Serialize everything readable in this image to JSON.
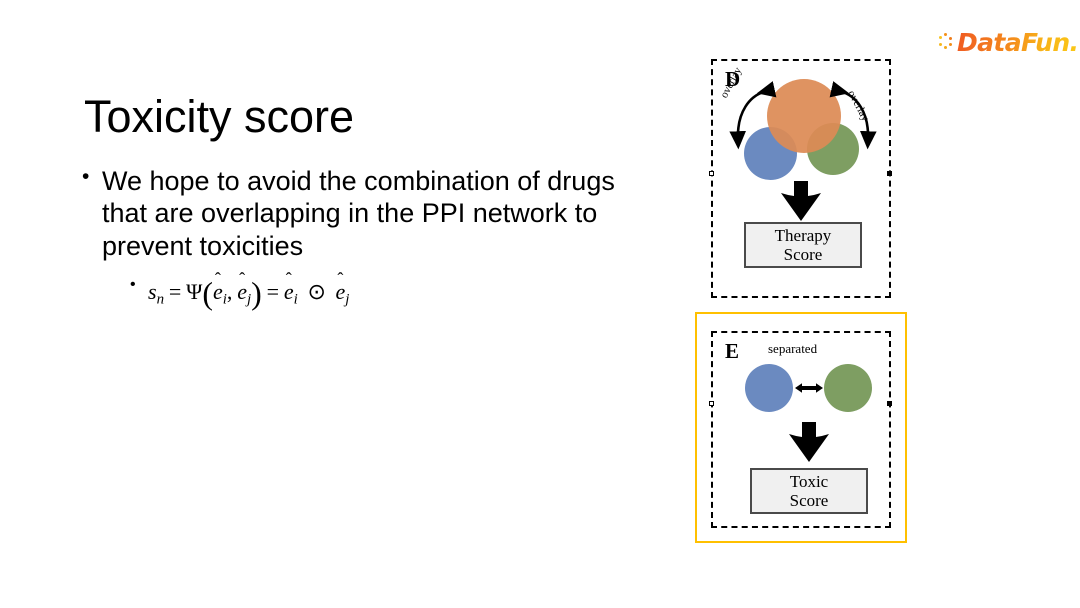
{
  "slide": {
    "title": "Toxicity score",
    "background_color": "#ffffff"
  },
  "logo": {
    "name": "DataFun",
    "wordmark": "DataFun.",
    "dots_icon": "datafun-dots-icon",
    "gradient_from": "#F05A22",
    "gradient_to": "#FBC916"
  },
  "body": {
    "bullets": [
      {
        "level": 1,
        "text": "We hope to avoid the combination of drugs that are overlapping in the PPI network to prevent toxicities"
      }
    ],
    "formula": {
      "plain": "s_n = Ψ(ê_i, ê_j) = ê_i ⊙ ê_j",
      "lhs_var": "s",
      "lhs_sub": "n",
      "equals": "=",
      "psi": "Ψ",
      "open_paren": "(",
      "close_paren": ")",
      "comma": ",",
      "e": "e",
      "hat": "̂",
      "sub_i": "i",
      "sub_j": "j",
      "operator": "⊙"
    }
  },
  "figure": {
    "panels": [
      {
        "id": "D",
        "letter": "D",
        "selected": false,
        "border_style": "dashed",
        "labels": {
          "left_arrow_label": "overlay",
          "right_arrow_label": "overlay"
        },
        "circles": [
          {
            "name": "blue-circle",
            "color": "#6B8AC0"
          },
          {
            "name": "green-circle",
            "color": "#7E9E62"
          },
          {
            "name": "orange-circle",
            "color": "#DD8B55"
          }
        ],
        "arrow_icon": "down-arrow-icon",
        "score_box": {
          "line1": "Therapy",
          "line2": "Score",
          "fill": "#F0F0F0",
          "border": "#4A4A4A"
        }
      },
      {
        "id": "E",
        "letter": "E",
        "selected": true,
        "selection_color": "#FFC000",
        "border_style": "dashed",
        "labels": {
          "center_arrow_label": "separated"
        },
        "circles": [
          {
            "name": "blue-circle",
            "color": "#6B8AC0"
          },
          {
            "name": "green-circle",
            "color": "#7E9E62"
          }
        ],
        "arrow_icon": "down-arrow-icon",
        "score_box": {
          "line1": "Toxic",
          "line2": "Score",
          "fill": "#F0F0F0",
          "border": "#4A4A4A"
        }
      }
    ]
  }
}
